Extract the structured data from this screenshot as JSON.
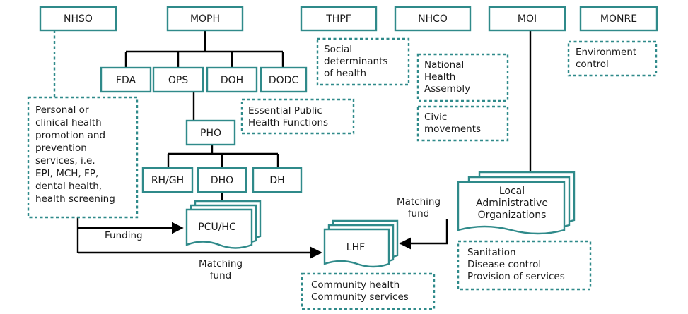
{
  "colors": {
    "box_border": "#2f8a8a",
    "connector": "#000000",
    "text": "#1a1a1a"
  },
  "agencies": {
    "nhso": "NHSO",
    "moph": "MOPH",
    "thpf": "THPF",
    "nhco": "NHCO",
    "moi": "MOI",
    "monre": "MONRE"
  },
  "moph_units": {
    "fda": "FDA",
    "ops": "OPS",
    "doh": "DOH",
    "dodc": "DODC"
  },
  "provincial": {
    "pho": "PHO",
    "rh_gh": "RH/GH",
    "dho": "DHO",
    "dh": "DH",
    "pcu_hc": "PCU/HC"
  },
  "local": {
    "lao": [
      "Local",
      "Administrative",
      "Organizations"
    ],
    "lhf": "LHF"
  },
  "notes": {
    "thpf": [
      "Social",
      "determinants",
      "of health"
    ],
    "nhco_assembly": [
      "National",
      "Health",
      "Assembly"
    ],
    "nhco_civic": [
      "Civic",
      "movements"
    ],
    "monre": [
      "Environment",
      "control"
    ],
    "ephf": [
      "Essential Public",
      "Health Functions"
    ],
    "nhso_services": [
      "Personal or",
      "clinical health",
      "promotion and",
      "prevention",
      "services, i.e.",
      "EPI, MCH, FP,",
      "dental health,",
      "health screening"
    ],
    "lao_services": [
      "Sanitation",
      "Disease control",
      "Provision of services"
    ],
    "lhf_services": [
      "Community health",
      "Community services"
    ]
  },
  "flow_labels": {
    "funding": "Funding",
    "matching_fund_bottom": [
      "Matching",
      "fund"
    ],
    "matching_fund_right": [
      "Matching",
      "fund"
    ]
  }
}
